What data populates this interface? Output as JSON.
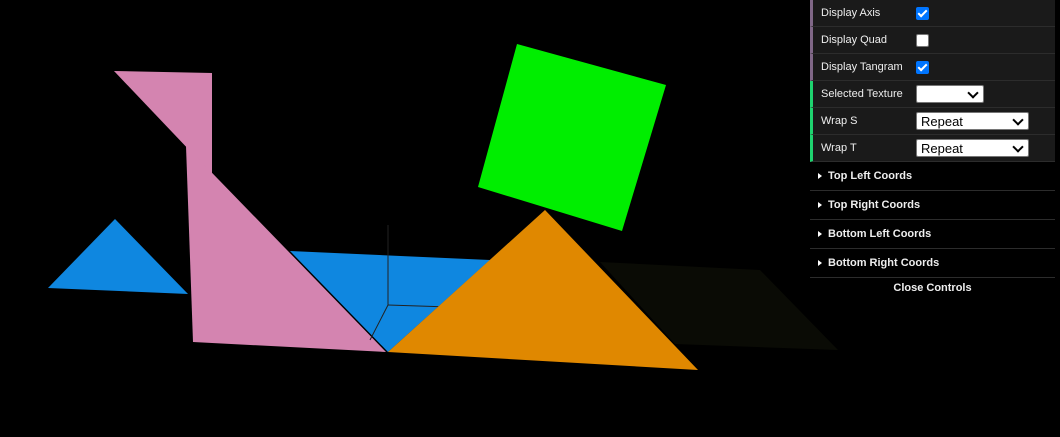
{
  "controls": {
    "display_axis": {
      "label": "Display Axis",
      "checked": true
    },
    "display_quad": {
      "label": "Display Quad",
      "checked": false
    },
    "display_tangram": {
      "label": "Display Tangram",
      "checked": true
    },
    "selected_texture": {
      "label": "Selected Texture",
      "value": ""
    },
    "wrap_s": {
      "label": "Wrap S",
      "value": "Repeat"
    },
    "wrap_t": {
      "label": "Wrap T",
      "value": "Repeat"
    }
  },
  "folders": {
    "top_left": "Top Left Coords",
    "top_right": "Top Right Coords",
    "bottom_left": "Bottom Left Coords",
    "bottom_right": "Bottom Right Coords"
  },
  "close_controls": "Close Controls",
  "colors": {
    "pink": "#d484b0",
    "blue": "#0f87e0",
    "orange": "#e08800",
    "green": "#00ee00",
    "dark_quad": "#0a0b05",
    "gui_bg": "#1a1a1a"
  }
}
